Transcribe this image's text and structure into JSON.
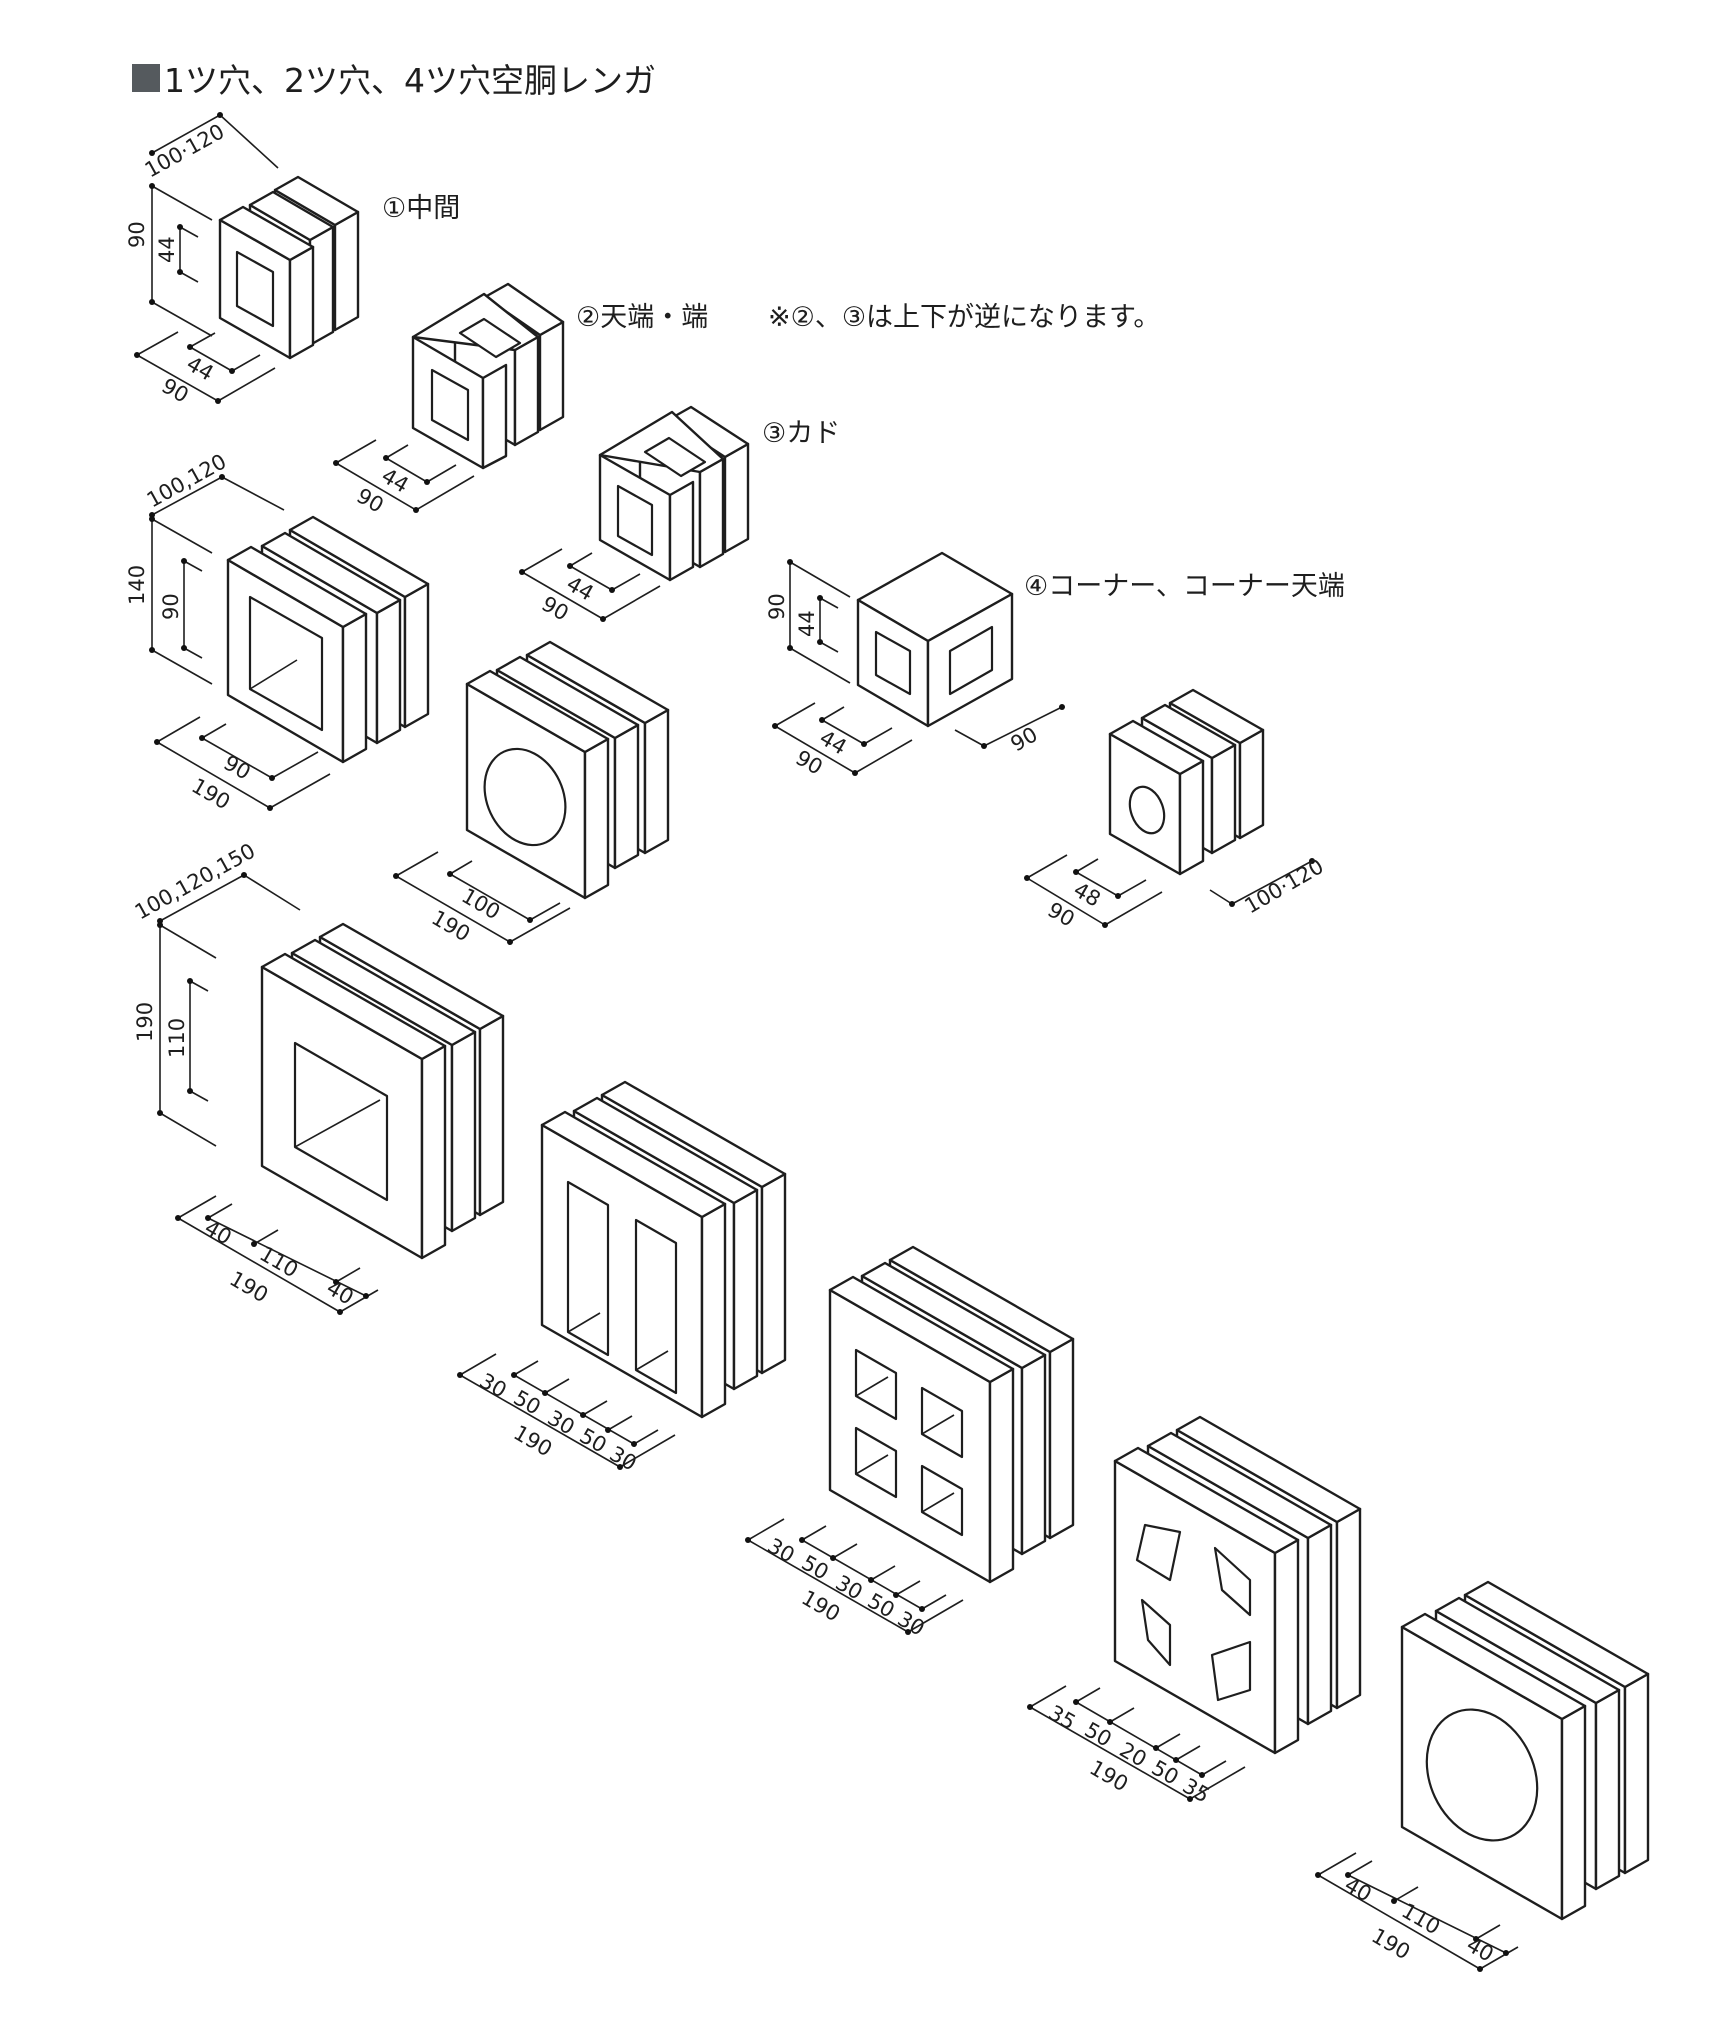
{
  "title": "1ツ穴、2ツ穴、4ツ穴空胴レンガ",
  "labels": {
    "middle": "①中間",
    "top_end": "②天端・端",
    "note": "※②、③は上下が逆になります。",
    "corner": "③カド",
    "corner_top": "④コーナー、コーナー天端"
  },
  "dims": {
    "b1": {
      "depth": "100·120",
      "h": "90",
      "hh": "44",
      "hw": "44",
      "w": "90"
    },
    "b2": {
      "hw": "44",
      "w": "90"
    },
    "b3": {
      "hw": "44",
      "w": "90"
    },
    "b4": {
      "h": "90",
      "hh": "44",
      "hw": "44",
      "w": "90",
      "d": "90"
    },
    "b5": {
      "depth": "100,120",
      "h": "140",
      "hh": "90",
      "hw": "90",
      "w": "190"
    },
    "b6": {
      "hw": "100",
      "w": "190"
    },
    "b7": {
      "hw": "48",
      "w": "90",
      "d": "100·120"
    },
    "b8": {
      "depth": "100,120,150",
      "h": "190",
      "hh": "110",
      "seg1": "40",
      "seg2": "110",
      "seg3": "40",
      "w": "190"
    },
    "b9": {
      "segs": [
        "30",
        "50",
        "30",
        "50",
        "30"
      ],
      "w": "190"
    },
    "b10": {
      "segs": [
        "30",
        "50",
        "30",
        "50",
        "30"
      ],
      "w": "190"
    },
    "b11": {
      "segs": [
        "35",
        "50",
        "20",
        "50",
        "35"
      ],
      "w": "190"
    },
    "b12": {
      "seg1": "40",
      "seg2": "110",
      "seg3": "40",
      "w": "190"
    }
  }
}
